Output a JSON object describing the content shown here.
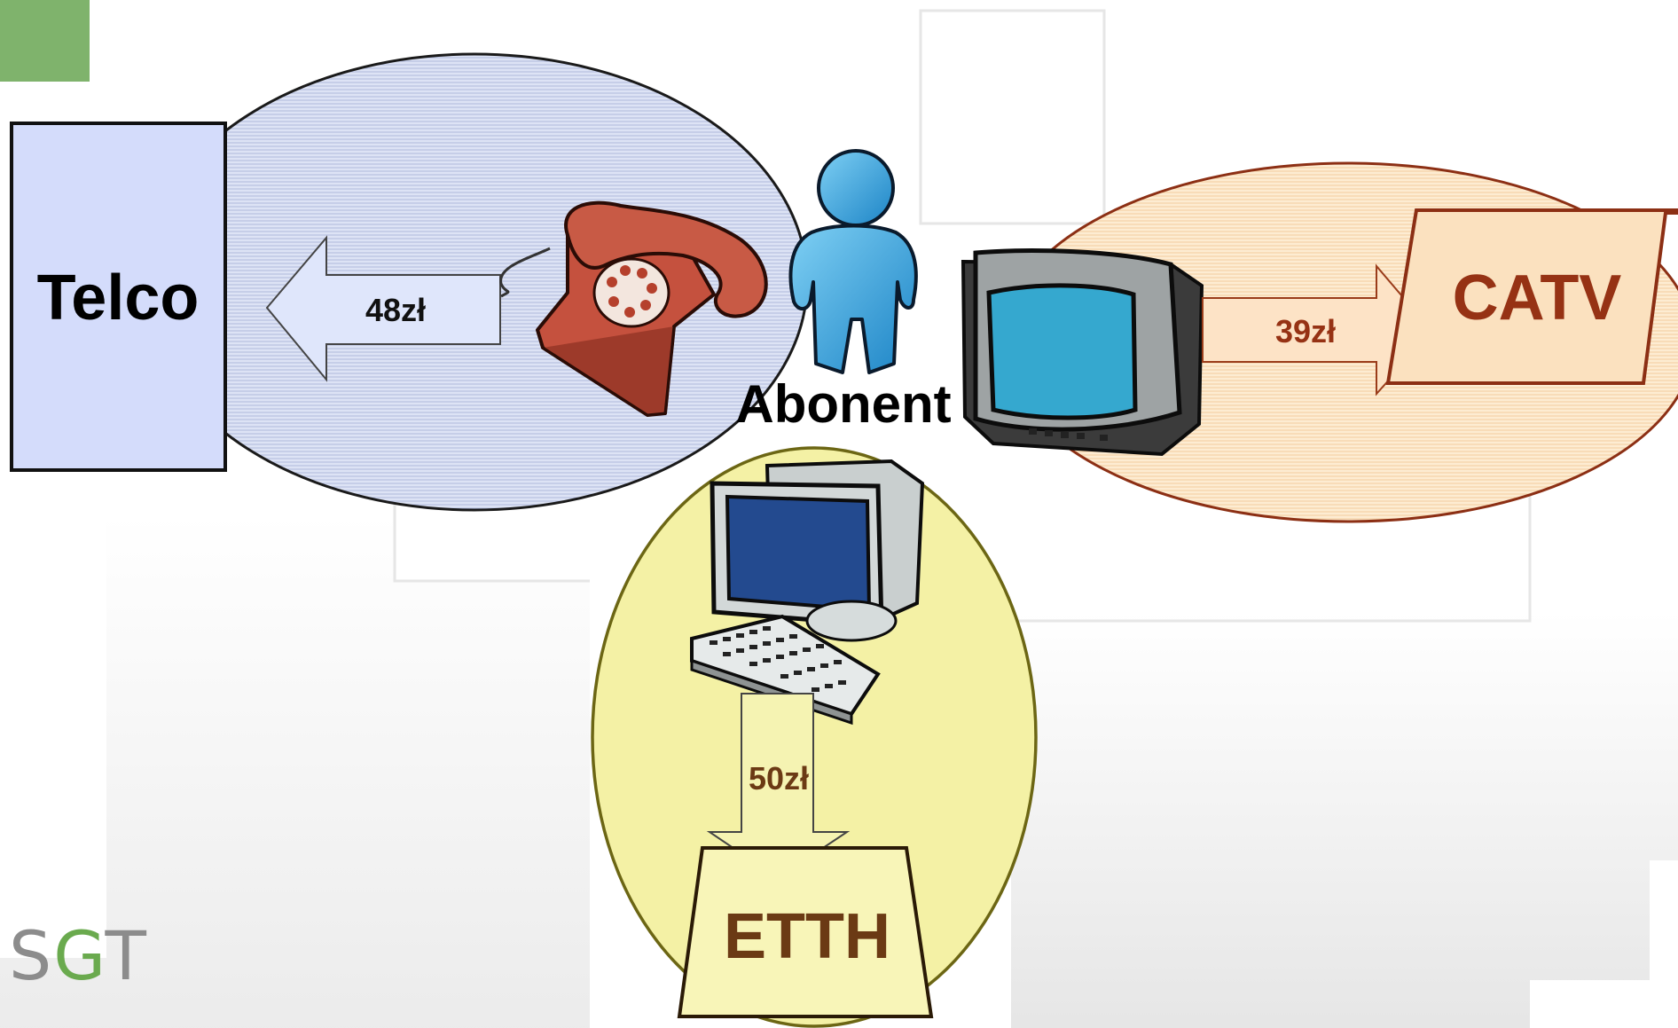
{
  "labels": {
    "telco": "Telco",
    "catv": "CATV",
    "etth": "ETTH",
    "subscriber": "Abonent"
  },
  "flows": {
    "telco_price": "48zł",
    "catv_price": "39zł",
    "etth_price": "50zł"
  },
  "logo": {
    "s": "S",
    "g": "G",
    "t": "T"
  },
  "icons": [
    "telephone-icon",
    "person-icon",
    "television-icon",
    "computer-icon"
  ],
  "colors": {
    "telco_ellipse": "#d3daf0",
    "catv_ellipse": "#fbe3c2",
    "etth_ellipse": "#f3f0a2",
    "catv_text": "#963214",
    "etth_text": "#6b3a14",
    "corner_square": "#7fb36c"
  }
}
